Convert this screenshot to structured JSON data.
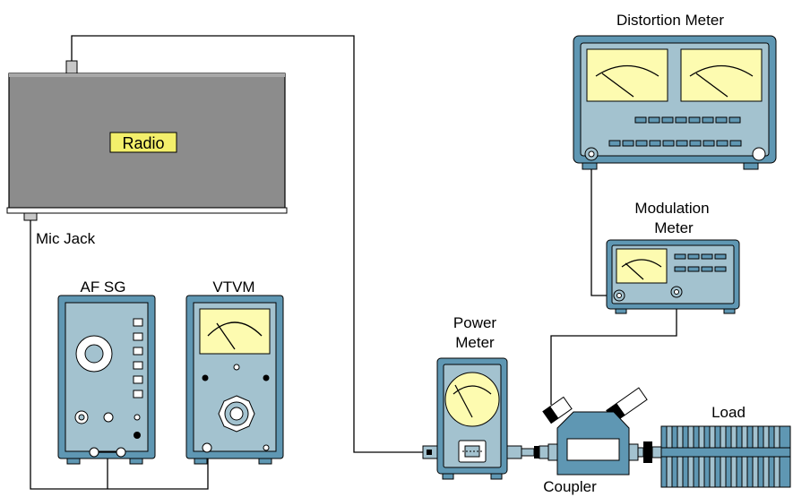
{
  "labels": {
    "radio": "Radio",
    "mic_jack": "Mic Jack",
    "af_sg": "AF SG",
    "vtvm": "VTVM",
    "distortion_meter": "Distortion Meter",
    "modulation_meter_line1": "Modulation",
    "modulation_meter_line2": "Meter",
    "power_meter_line1": "Power",
    "power_meter_line2": "Meter",
    "coupler": "Coupler",
    "load": "Load"
  },
  "colors": {
    "instrument_body": "#5f97b3",
    "instrument_light": "#a3c2cf",
    "meter_face": "#fdfbb0",
    "radio_body": "#8c8c8c",
    "radio_label_bg": "#f3ef6b",
    "wire": "#000000"
  }
}
